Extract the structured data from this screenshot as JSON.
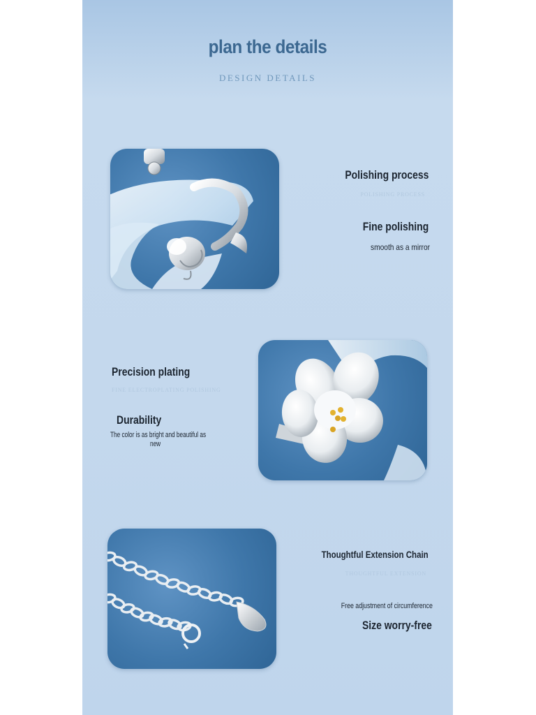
{
  "header": {
    "title": "plan the details",
    "subtitle": "DESIGN DETAILS"
  },
  "sections": [
    {
      "heading": "Polishing process",
      "ghost": "POLISHING PROCESS",
      "feature": "Fine polishing",
      "description": "smooth as a mirror"
    },
    {
      "heading": "Precision plating",
      "ghost": "FINE ELECTROPLATING POLISHING",
      "feature": "Durability",
      "description_line1": "The color is as bright and beautiful as",
      "description_line2": "new"
    },
    {
      "heading": "Thoughtful Extension Chain",
      "ghost": "THOUGHTFUL EXTENSION",
      "description": "Free adjustment of circumference",
      "feature": "Size worry-free"
    }
  ],
  "colors": {
    "background": "#c4d8ed",
    "title": "#3c6891",
    "photo_blue": "#3f77aa",
    "text": "#1c2530"
  }
}
